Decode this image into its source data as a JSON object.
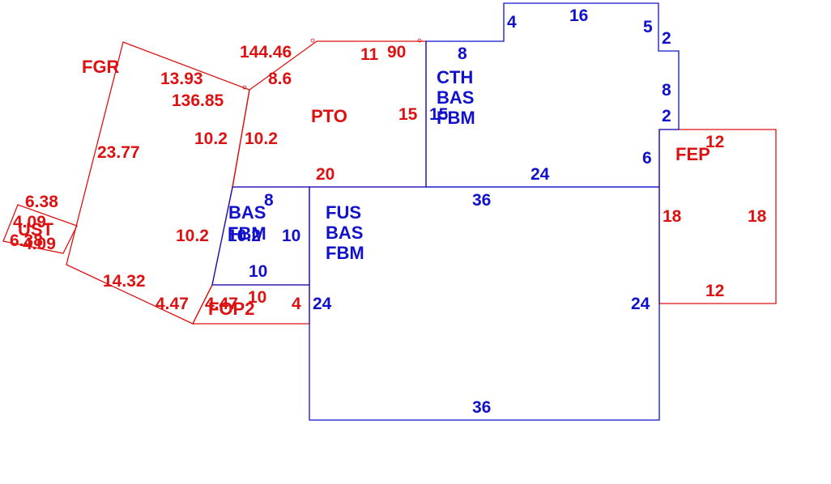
{
  "colors": {
    "red": "#dd1111",
    "blue": "#1111cc",
    "background": "#ffffff"
  },
  "areas": {
    "fgr": "FGR",
    "pto": "PTO",
    "cth": [
      "CTH",
      "BAS",
      "FBM"
    ],
    "fep": "FEP",
    "bas_left": [
      "BAS",
      "FBM"
    ],
    "fus": [
      "FUS",
      "BAS",
      "FBM"
    ],
    "fop2": "FOP2",
    "ust": "UST"
  },
  "dimensions": {
    "fgr_top_diag": "13.93",
    "fgr_angle": "136.85",
    "fgr_left": "23.77",
    "fgr_right": "10.2",
    "fgr_right_lower": "10.2",
    "fgr_bottom": "14.32",
    "fgr_bottom_short": "4.47",
    "pto_diag_angle": "144.46",
    "pto_diag": "8.6",
    "pto_top": "11",
    "pto_angle90": "90",
    "pto_left": "10.2",
    "pto_right": "15",
    "pto_bottom": "20",
    "cth_left": "15",
    "cth_top_left": "8",
    "cth_notch_left": "4",
    "cth_top": "16",
    "cth_notch_right": "5",
    "cth_step_top": "2",
    "cth_right": "8",
    "cth_step_bottom": "2",
    "cth_right_lower": "6",
    "cth_bottom": "24",
    "fus_top": "36",
    "fus_bottom": "36",
    "fus_left": "24",
    "fus_right": "24",
    "bas_left_top": "8",
    "bas_left_side": "10.2",
    "bas_left_right": "10",
    "bas_left_bottom": "10",
    "fep_top": "12",
    "fep_left": "18",
    "fep_right": "18",
    "fep_bottom": "12",
    "fop_top": "10",
    "fop_left": "4.47",
    "fop_right": "4",
    "ust_top": "6.38",
    "ust_left": "4.09",
    "ust_right": "4.09",
    "ust_bottom": "6.38"
  }
}
